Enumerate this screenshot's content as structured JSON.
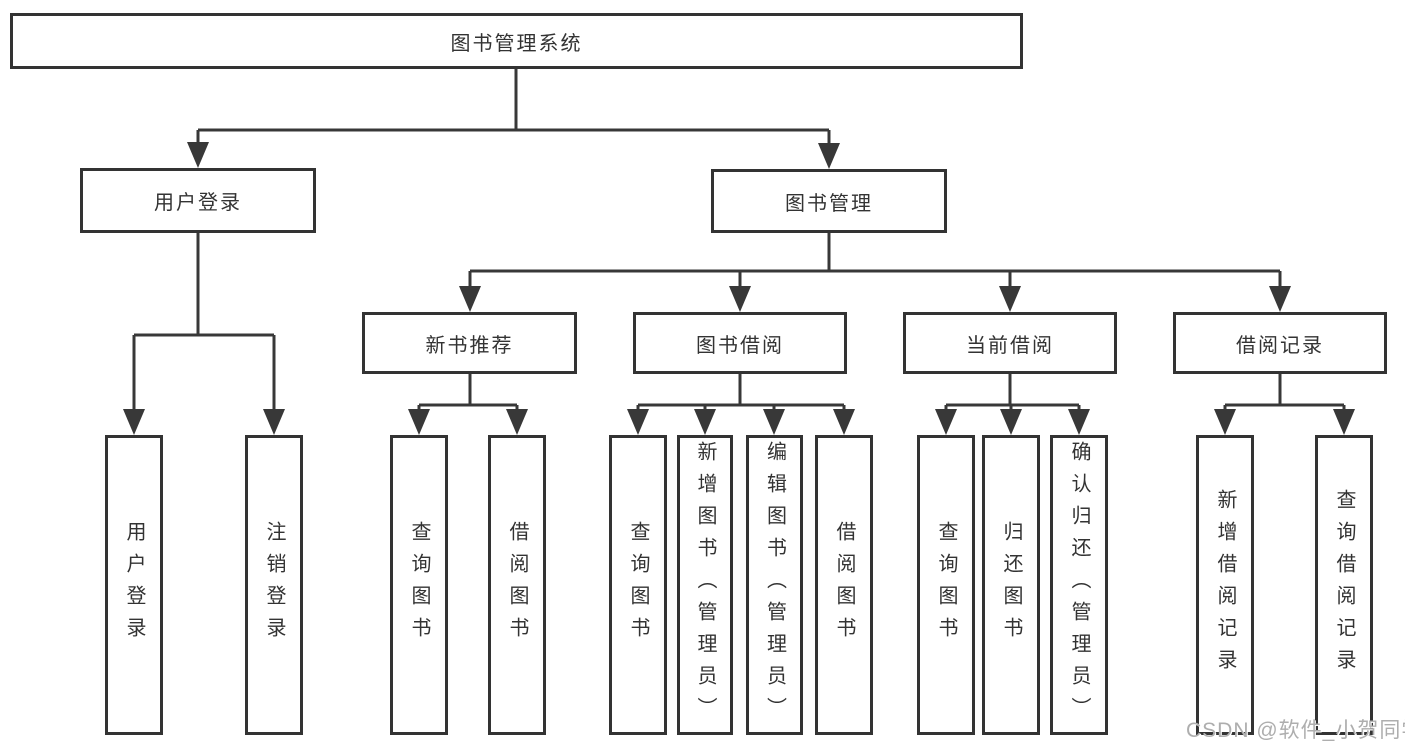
{
  "tree": {
    "label": "图书管理系统",
    "children": [
      {
        "label": "用户登录",
        "children": [
          {
            "label": "用户登录"
          },
          {
            "label": "注销登录"
          }
        ]
      },
      {
        "label": "图书管理",
        "children": [
          {
            "label": "新书推荐",
            "children": [
              {
                "label": "查询图书"
              },
              {
                "label": "借阅图书"
              }
            ]
          },
          {
            "label": "图书借阅",
            "children": [
              {
                "label": "查询图书"
              },
              {
                "label": "新增图书（管理员）"
              },
              {
                "label": "编辑图书（管理员）"
              },
              {
                "label": "借阅图书"
              }
            ]
          },
          {
            "label": "当前借阅",
            "children": [
              {
                "label": "查询图书"
              },
              {
                "label": "归还图书"
              },
              {
                "label": "确认归还（管理员）"
              }
            ]
          },
          {
            "label": "借阅记录",
            "children": [
              {
                "label": "新增借阅记录"
              },
              {
                "label": "查询借阅记录"
              }
            ]
          }
        ]
      }
    ]
  },
  "watermark": "CSDN @软件_小贺同学",
  "colors": {
    "line": "#383838",
    "box_border": "#333333",
    "text": "#333333",
    "watermark": "#aeaeae",
    "background": "#ffffff"
  }
}
